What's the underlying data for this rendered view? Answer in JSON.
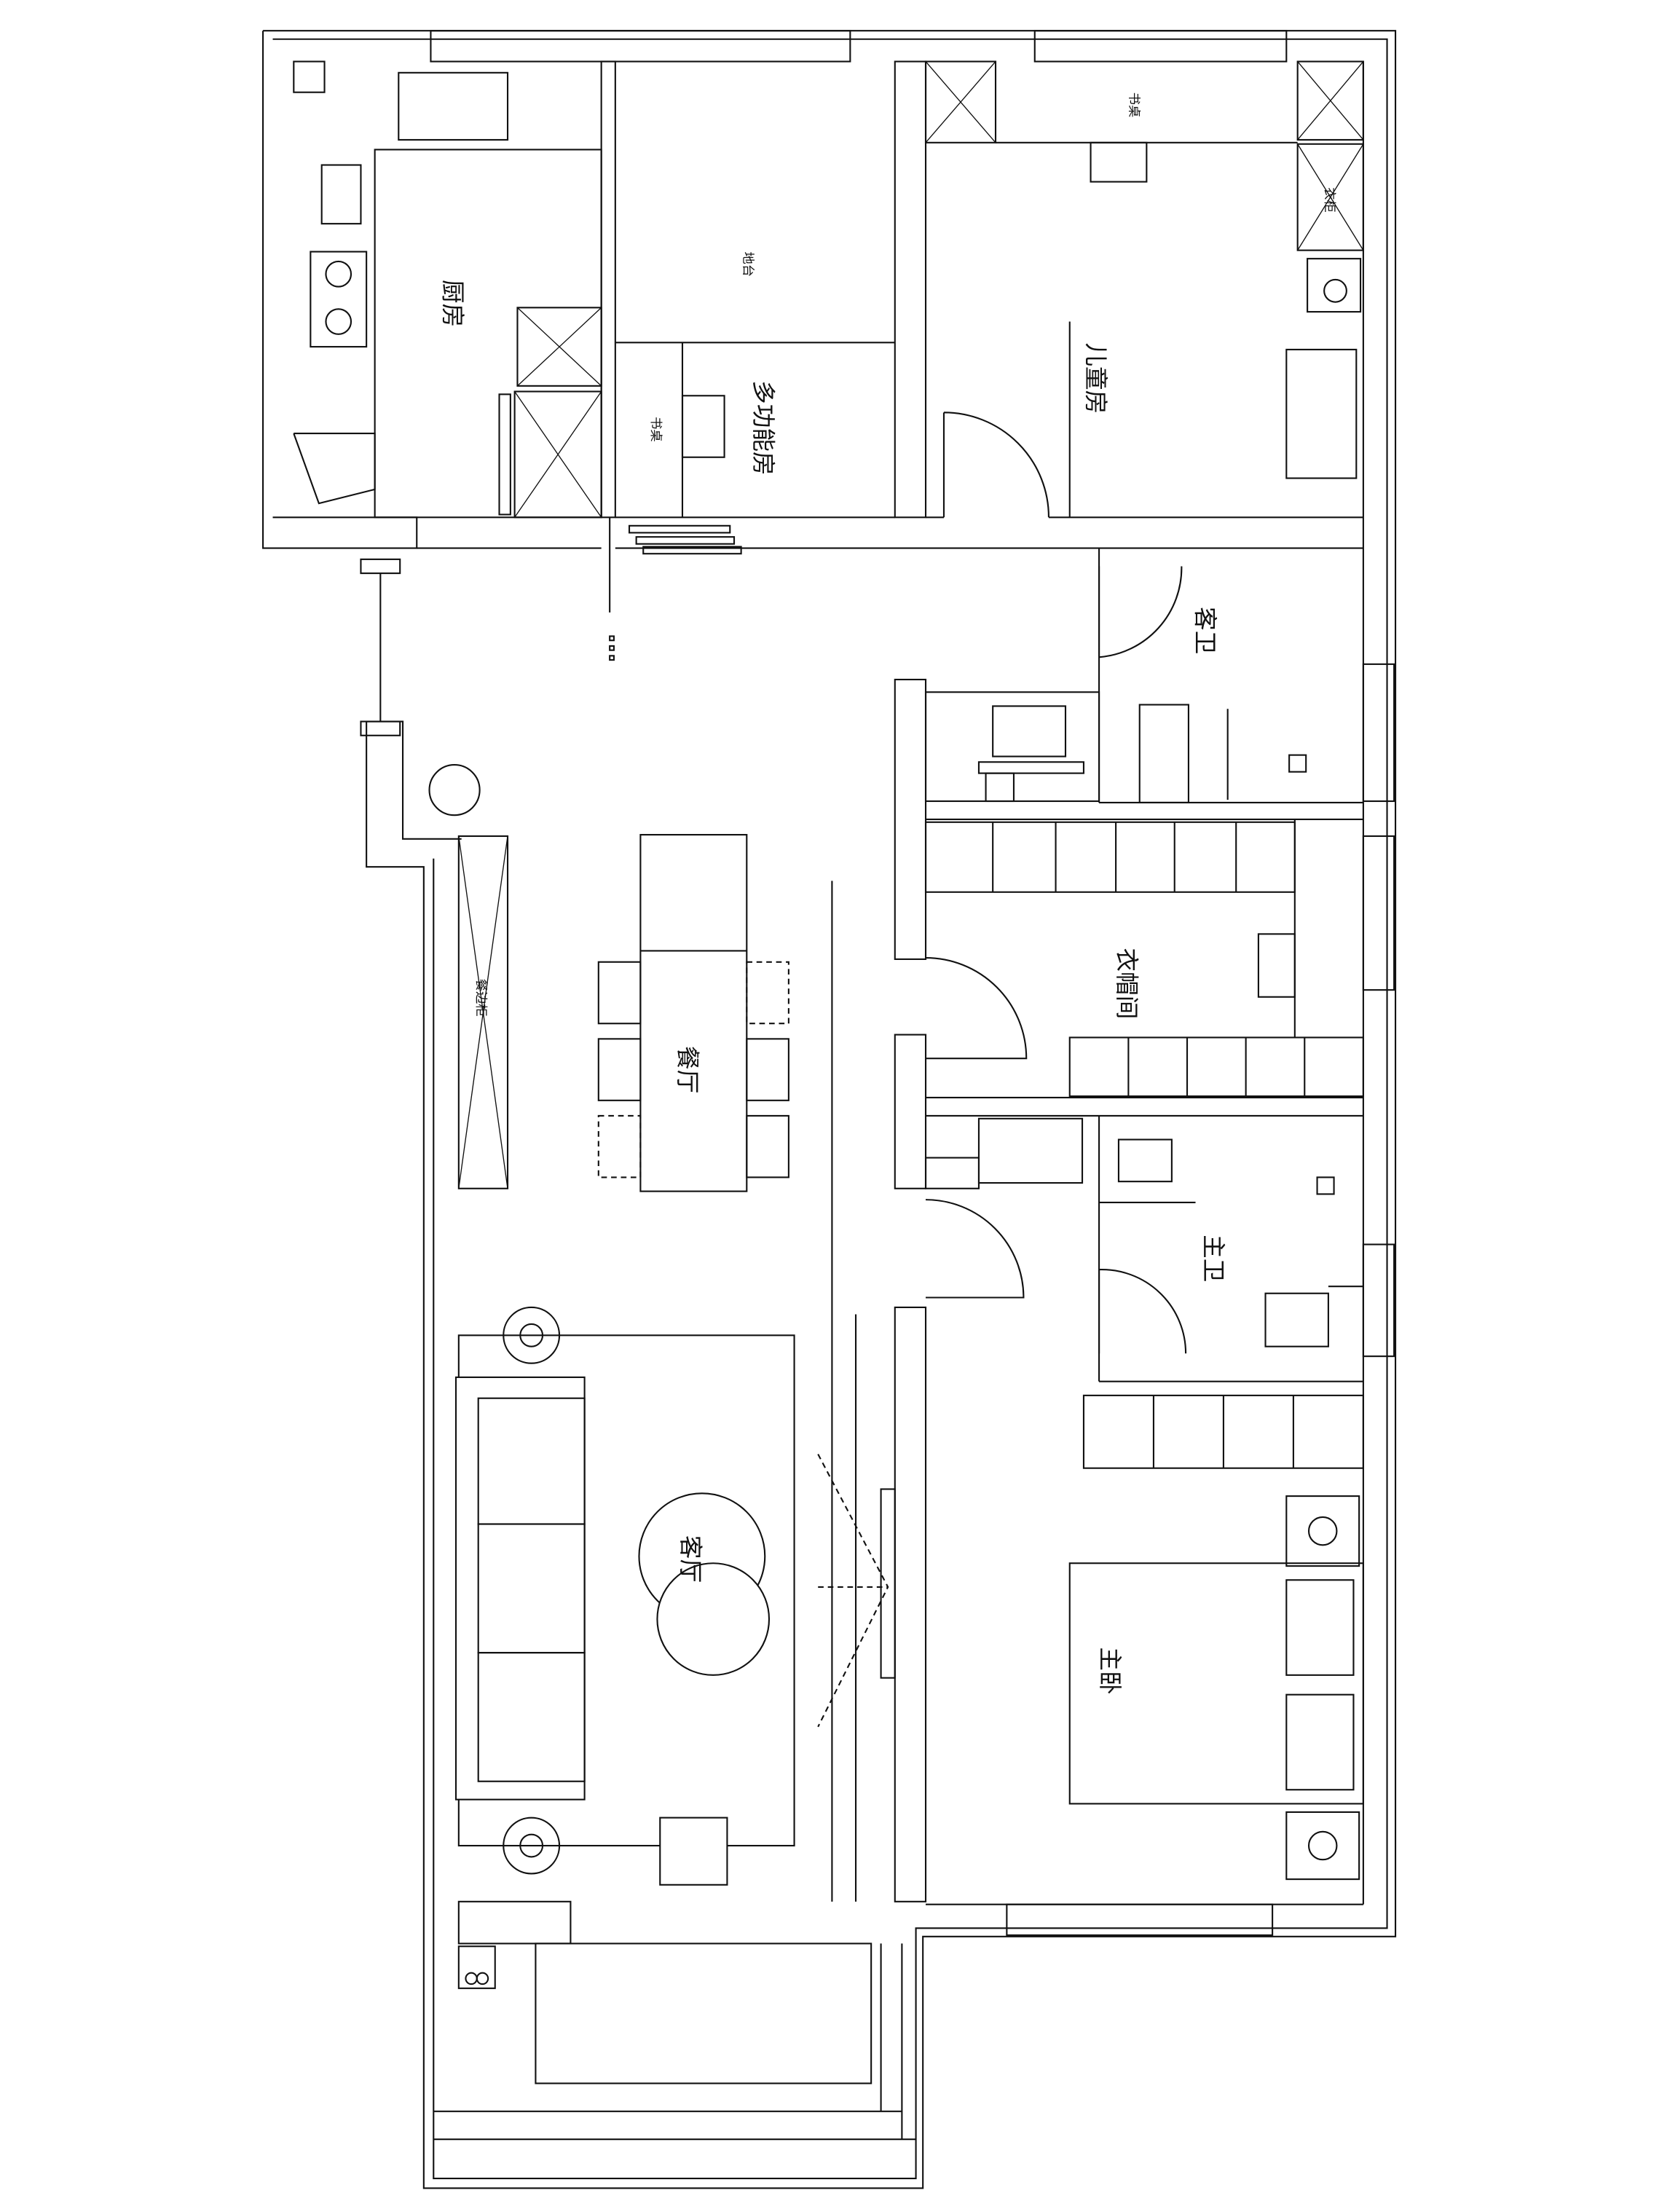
{
  "rooms": {
    "kitchen": "厨房",
    "platform": "地台",
    "multi_room": "多功能房",
    "desk_multi": "书桌",
    "desk_child": "书桌",
    "wardrobe_child": "衣柜",
    "child_room": "儿童房",
    "guest_bath": "客卫",
    "cloakroom": "衣帽间",
    "sideboard": "餐边柜",
    "dining": "餐厅",
    "master_bath": "主卫",
    "living": "客厅",
    "master_bed": "主卧"
  },
  "colors": {
    "line": "#111111",
    "background": "#ffffff"
  }
}
